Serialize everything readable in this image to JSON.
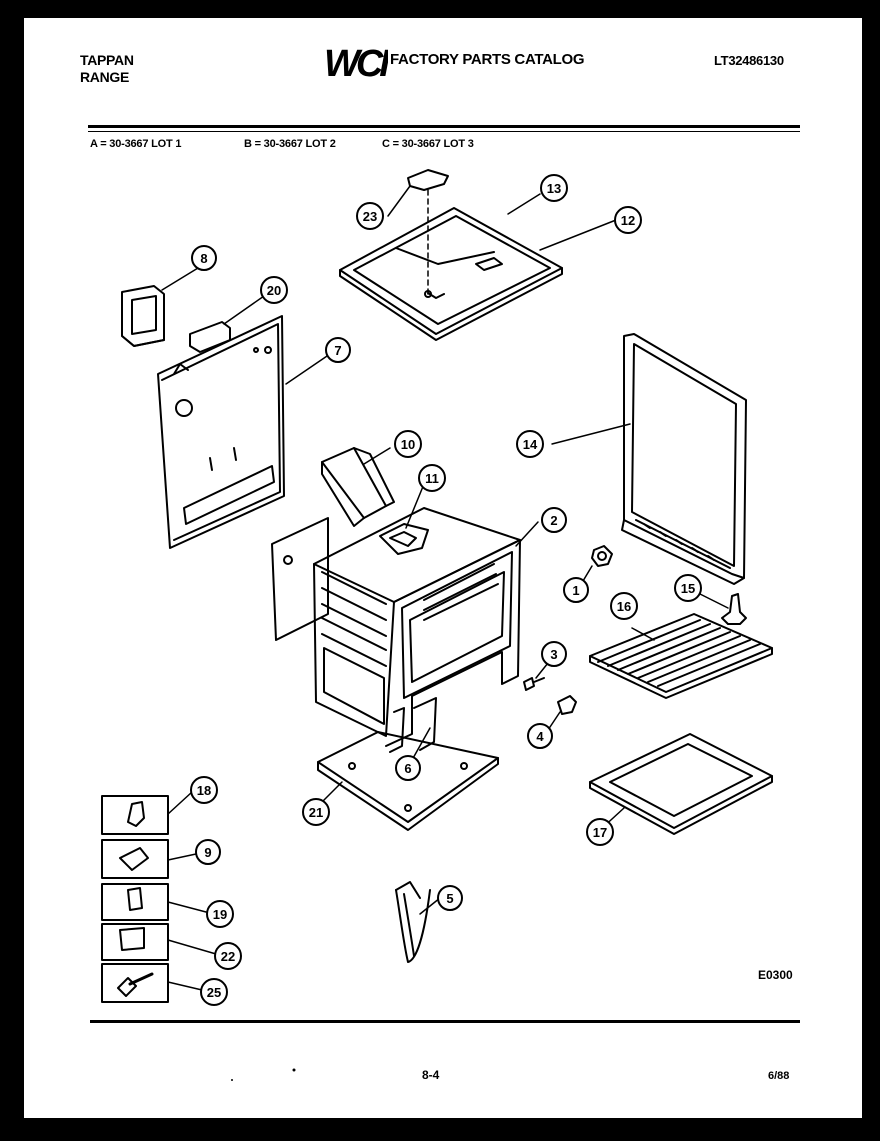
{
  "header": {
    "brand_line1": "TAPPAN",
    "brand_line2": "RANGE",
    "logo_text": "WCI",
    "catalog_title": "FACTORY PARTS CATALOG",
    "catalog_number": "LT32486130"
  },
  "lots": {
    "a": "A = 30-3667 LOT 1",
    "b": "B = 30-3667 LOT 2",
    "c": "C = 30-3667 LOT 3"
  },
  "callouts": {
    "c1": "1",
    "c2": "2",
    "c3": "3",
    "c4": "4",
    "c5": "5",
    "c6": "6",
    "c7": "7",
    "c8": "8",
    "c9": "9",
    "c10": "10",
    "c11": "11",
    "c12": "12",
    "c13": "13",
    "c14": "14",
    "c15": "15",
    "c16": "16",
    "c17": "17",
    "c18": "18",
    "c19": "19",
    "c20": "20",
    "c21": "21",
    "c22": "22",
    "c23": "23",
    "c25": "25"
  },
  "footer": {
    "drawing_code": "E0300",
    "page": "8-4",
    "date": "6/88"
  }
}
